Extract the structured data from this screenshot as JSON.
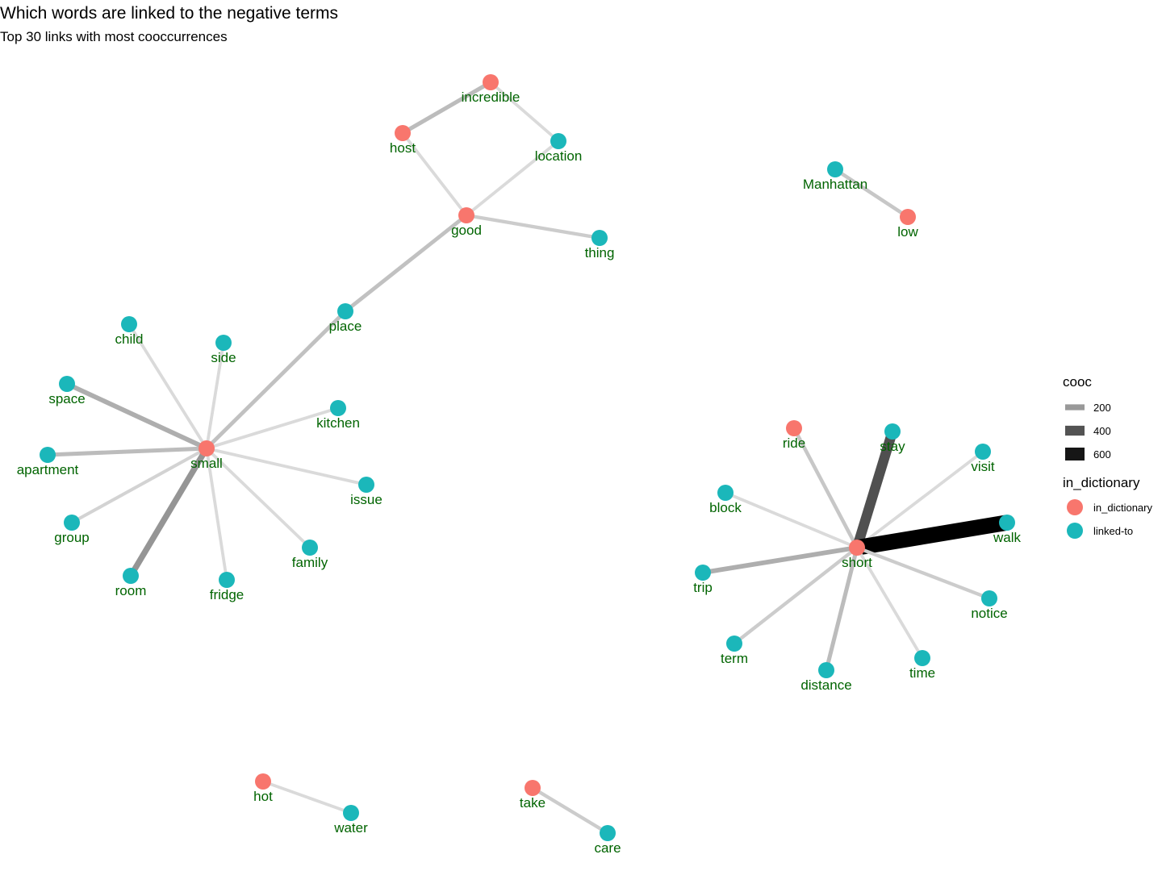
{
  "title": "Which words are linked to the negative terms",
  "subtitle": "Top 30 links with most cooccurrences",
  "colors": {
    "in_dictionary": "#F8766D",
    "linked_to": "#1BB7BA",
    "label": "#006400"
  },
  "legend": {
    "cooc_title": "cooc",
    "cooc_items": [
      {
        "label": "200",
        "value": 200
      },
      {
        "label": "400",
        "value": 400
      },
      {
        "label": "600",
        "value": 600
      }
    ],
    "dict_title": "in_dictionary",
    "dict_items": [
      {
        "label": "in_dictionary",
        "type": "in_dictionary"
      },
      {
        "label": "linked-to",
        "type": "linked_to"
      }
    ]
  },
  "nodes": [
    {
      "id": "incredible",
      "label": "incredible",
      "type": "in_dictionary"
    },
    {
      "id": "host",
      "label": "host",
      "type": "in_dictionary"
    },
    {
      "id": "location",
      "label": "location",
      "type": "linked_to"
    },
    {
      "id": "good",
      "label": "good",
      "type": "in_dictionary"
    },
    {
      "id": "thing",
      "label": "thing",
      "type": "linked_to"
    },
    {
      "id": "place",
      "label": "place",
      "type": "linked_to"
    },
    {
      "id": "Manhattan",
      "label": "Manhattan",
      "type": "linked_to"
    },
    {
      "id": "low",
      "label": "low",
      "type": "in_dictionary"
    },
    {
      "id": "child",
      "label": "child",
      "type": "linked_to"
    },
    {
      "id": "side",
      "label": "side",
      "type": "linked_to"
    },
    {
      "id": "space",
      "label": "space",
      "type": "linked_to"
    },
    {
      "id": "kitchen",
      "label": "kitchen",
      "type": "linked_to"
    },
    {
      "id": "small",
      "label": "small",
      "type": "in_dictionary"
    },
    {
      "id": "apartment",
      "label": "apartment",
      "type": "linked_to"
    },
    {
      "id": "issue",
      "label": "issue",
      "type": "linked_to"
    },
    {
      "id": "group",
      "label": "group",
      "type": "linked_to"
    },
    {
      "id": "family",
      "label": "family",
      "type": "linked_to"
    },
    {
      "id": "room",
      "label": "room",
      "type": "linked_to"
    },
    {
      "id": "fridge",
      "label": "fridge",
      "type": "linked_to"
    },
    {
      "id": "ride",
      "label": "ride",
      "type": "in_dictionary"
    },
    {
      "id": "stay",
      "label": "stay",
      "type": "linked_to"
    },
    {
      "id": "visit",
      "label": "visit",
      "type": "linked_to"
    },
    {
      "id": "block",
      "label": "block",
      "type": "linked_to"
    },
    {
      "id": "walk",
      "label": "walk",
      "type": "linked_to"
    },
    {
      "id": "short",
      "label": "short",
      "type": "in_dictionary"
    },
    {
      "id": "trip",
      "label": "trip",
      "type": "linked_to"
    },
    {
      "id": "notice",
      "label": "notice",
      "type": "linked_to"
    },
    {
      "id": "term",
      "label": "term",
      "type": "linked_to"
    },
    {
      "id": "distance",
      "label": "distance",
      "type": "linked_to"
    },
    {
      "id": "time",
      "label": "time",
      "type": "linked_to"
    },
    {
      "id": "hot",
      "label": "hot",
      "type": "in_dictionary"
    },
    {
      "id": "water",
      "label": "water",
      "type": "linked_to"
    },
    {
      "id": "take",
      "label": "take",
      "type": "in_dictionary"
    },
    {
      "id": "care",
      "label": "care",
      "type": "linked_to"
    }
  ],
  "edges": [
    {
      "source": "host",
      "target": "incredible",
      "cooc": 120
    },
    {
      "source": "incredible",
      "target": "location",
      "cooc": 70
    },
    {
      "source": "host",
      "target": "good",
      "cooc": 70
    },
    {
      "source": "location",
      "target": "good",
      "cooc": 70
    },
    {
      "source": "good",
      "target": "thing",
      "cooc": 90
    },
    {
      "source": "good",
      "target": "place",
      "cooc": 110
    },
    {
      "source": "Manhattan",
      "target": "low",
      "cooc": 100
    },
    {
      "source": "place",
      "target": "small",
      "cooc": 110
    },
    {
      "source": "child",
      "target": "small",
      "cooc": 70
    },
    {
      "source": "side",
      "target": "small",
      "cooc": 70
    },
    {
      "source": "space",
      "target": "small",
      "cooc": 150
    },
    {
      "source": "kitchen",
      "target": "small",
      "cooc": 70
    },
    {
      "source": "apartment",
      "target": "small",
      "cooc": 120
    },
    {
      "source": "issue",
      "target": "small",
      "cooc": 70
    },
    {
      "source": "group",
      "target": "small",
      "cooc": 80
    },
    {
      "source": "family",
      "target": "small",
      "cooc": 70
    },
    {
      "source": "room",
      "target": "small",
      "cooc": 210
    },
    {
      "source": "fridge",
      "target": "small",
      "cooc": 70
    },
    {
      "source": "ride",
      "target": "short",
      "cooc": 100
    },
    {
      "source": "stay",
      "target": "short",
      "cooc": 410
    },
    {
      "source": "visit",
      "target": "short",
      "cooc": 70
    },
    {
      "source": "block",
      "target": "short",
      "cooc": 70
    },
    {
      "source": "walk",
      "target": "short",
      "cooc": 680
    },
    {
      "source": "trip",
      "target": "short",
      "cooc": 150
    },
    {
      "source": "notice",
      "target": "short",
      "cooc": 90
    },
    {
      "source": "term",
      "target": "short",
      "cooc": 90
    },
    {
      "source": "distance",
      "target": "short",
      "cooc": 120
    },
    {
      "source": "time",
      "target": "short",
      "cooc": 70
    },
    {
      "source": "hot",
      "target": "water",
      "cooc": 70
    },
    {
      "source": "take",
      "target": "care",
      "cooc": 90
    }
  ]
}
